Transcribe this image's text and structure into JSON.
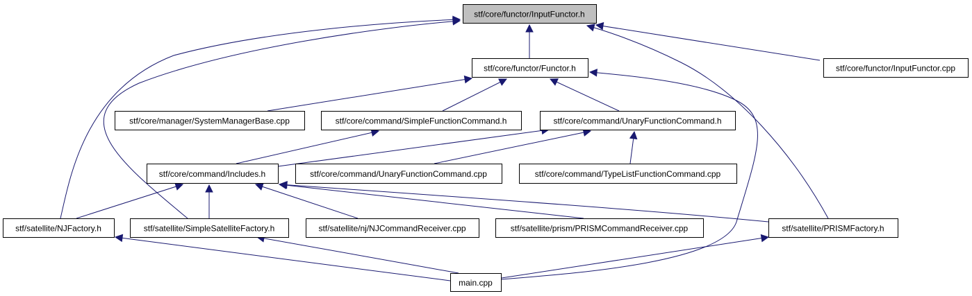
{
  "diagram": {
    "colors": {
      "edge": "#191970",
      "node_fill": "#ffffff",
      "root_fill": "#bfbfbf",
      "node_border": "#000000"
    },
    "nodes": [
      {
        "id": "inputfunctor_h",
        "label": "stf/core/functor/InputFunctor.h",
        "root": true
      },
      {
        "id": "functor_h",
        "label": "stf/core/functor/Functor.h"
      },
      {
        "id": "inputfunctor_cpp",
        "label": "stf/core/functor/InputFunctor.cpp"
      },
      {
        "id": "systemmanagerbase_cpp",
        "label": "stf/core/manager/SystemManagerBase.cpp"
      },
      {
        "id": "simplefunctioncommand_h",
        "label": "stf/core/command/SimpleFunctionCommand.h"
      },
      {
        "id": "unaryfunctioncommand_h",
        "label": "stf/core/command/UnaryFunctionCommand.h"
      },
      {
        "id": "includes_h",
        "label": "stf/core/command/Includes.h"
      },
      {
        "id": "unaryfunctioncommand_cpp",
        "label": "stf/core/command/UnaryFunctionCommand.cpp"
      },
      {
        "id": "typelistfunctioncommand_cpp",
        "label": "stf/core/command/TypeListFunctionCommand.cpp"
      },
      {
        "id": "njfactory_h",
        "label": "stf/satellite/NJFactory.h"
      },
      {
        "id": "simplesatellitefactory_h",
        "label": "stf/satellite/SimpleSatelliteFactory.h"
      },
      {
        "id": "njcommandreceiver_cpp",
        "label": "stf/satellite/nj/NJCommandReceiver.cpp"
      },
      {
        "id": "prismcommandreceiver_cpp",
        "label": "stf/satellite/prism/PRISMCommandReceiver.cpp"
      },
      {
        "id": "prismfactory_h",
        "label": "stf/satellite/PRISMFactory.h"
      },
      {
        "id": "main_cpp",
        "label": "main.cpp"
      }
    ],
    "edges": [
      {
        "from": "functor_h",
        "to": "inputfunctor_h"
      },
      {
        "from": "inputfunctor_cpp",
        "to": "inputfunctor_h"
      },
      {
        "from": "njfactory_h",
        "to": "inputfunctor_h"
      },
      {
        "from": "simplesatellitefactory_h",
        "to": "inputfunctor_h"
      },
      {
        "from": "prismfactory_h",
        "to": "inputfunctor_h"
      },
      {
        "from": "systemmanagerbase_cpp",
        "to": "functor_h"
      },
      {
        "from": "simplefunctioncommand_h",
        "to": "functor_h"
      },
      {
        "from": "unaryfunctioncommand_h",
        "to": "functor_h"
      },
      {
        "from": "main_cpp",
        "to": "functor_h"
      },
      {
        "from": "includes_h",
        "to": "simplefunctioncommand_h"
      },
      {
        "from": "includes_h",
        "to": "unaryfunctioncommand_h"
      },
      {
        "from": "unaryfunctioncommand_cpp",
        "to": "unaryfunctioncommand_h"
      },
      {
        "from": "typelistfunctioncommand_cpp",
        "to": "unaryfunctioncommand_h"
      },
      {
        "from": "njfactory_h",
        "to": "includes_h"
      },
      {
        "from": "simplesatellitefactory_h",
        "to": "includes_h"
      },
      {
        "from": "njcommandreceiver_cpp",
        "to": "includes_h"
      },
      {
        "from": "prismcommandreceiver_cpp",
        "to": "includes_h"
      },
      {
        "from": "prismfactory_h",
        "to": "includes_h"
      },
      {
        "from": "main_cpp",
        "to": "njfactory_h"
      },
      {
        "from": "main_cpp",
        "to": "simplesatellitefactory_h"
      },
      {
        "from": "main_cpp",
        "to": "prismfactory_h"
      }
    ]
  }
}
